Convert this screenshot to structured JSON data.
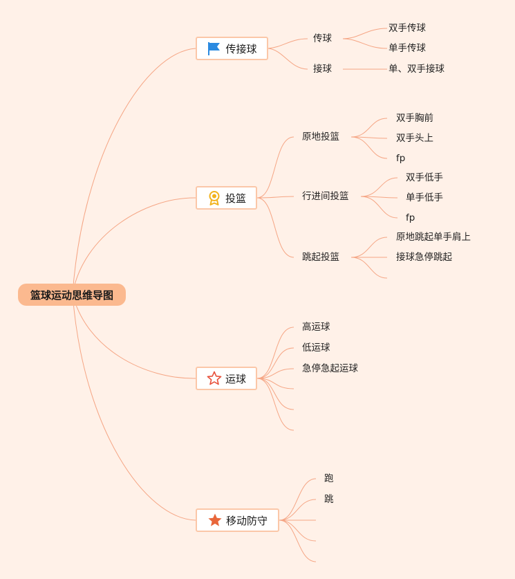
{
  "root": {
    "label": "篮球运动思维导图"
  },
  "branches": {
    "pass": {
      "label": "传接球",
      "icon": "flag-icon",
      "children": {
        "chuan": {
          "label": "传球",
          "items": [
            "双手传球",
            "单手传球"
          ]
        },
        "jie": {
          "label": "接球",
          "items": [
            "单、双手接球"
          ]
        }
      }
    },
    "shoot": {
      "label": "投篮",
      "icon": "award-medal-icon",
      "children": {
        "yuandi": {
          "label": "原地投篮",
          "items": [
            "双手胸前",
            "双手头上",
            "fp"
          ]
        },
        "xingjin": {
          "label": "行进间投篮",
          "items": [
            "双手低手",
            "单手低手",
            "fp"
          ]
        },
        "tiaoqi": {
          "label": "跳起投篮",
          "items": [
            "原地跳起单手肩上",
            "接球急停跳起"
          ]
        }
      }
    },
    "dribble": {
      "label": "运球",
      "icon": "star-outline-icon",
      "items": [
        "高运球",
        "低运球",
        "急停急起运球"
      ]
    },
    "defense": {
      "label": "移动防守",
      "icon": "star-filled-icon",
      "items": [
        "跑",
        "跳"
      ]
    }
  },
  "colors": {
    "background": "#fff1e8",
    "root_fill": "#fbb98f",
    "branch_border": "#fbc7a8",
    "line": "#f5a584",
    "flag": "#2b8ae0",
    "medal": "#f2b21c",
    "star_outline": "#e8503a",
    "star_filled": "#e8663a"
  }
}
